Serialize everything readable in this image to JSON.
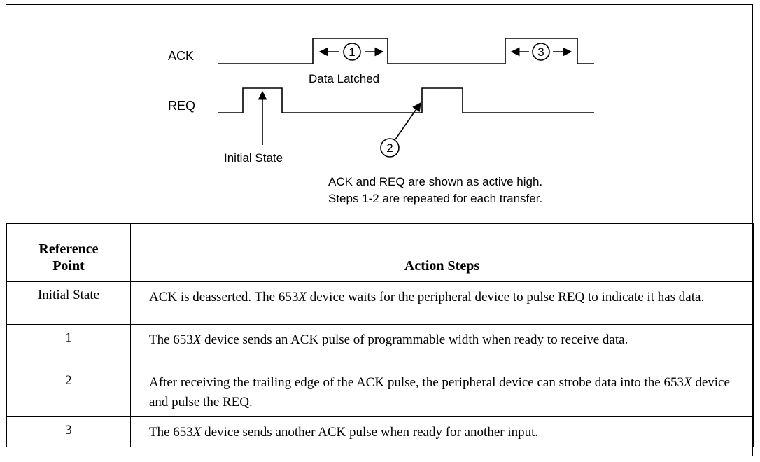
{
  "diagram": {
    "signals": {
      "ack": "ACK",
      "req": "REQ"
    },
    "step_markers": [
      "1",
      "2",
      "3"
    ],
    "labels": {
      "data_latched": "Data Latched",
      "initial_state": "Initial State"
    },
    "notes": [
      "ACK and REQ are shown as active high.",
      "Steps 1-2 are repeated for each transfer."
    ]
  },
  "table": {
    "headers": {
      "reference_line1": "Reference",
      "reference_line2": "Point",
      "action": "Action Steps"
    },
    "rows": [
      {
        "ref": "Initial State",
        "pre": "ACK is deasserted. The 653",
        "em": "X",
        "post": " device waits for the peripheral device to pulse REQ to indicate it has data."
      },
      {
        "ref": "1",
        "pre": "The 653",
        "em": "X",
        "post": " device sends an ACK pulse of programmable width when ready to receive data."
      },
      {
        "ref": "2",
        "pre": "After receiving the trailing edge of the ACK pulse, the peripheral device can strobe data into the 653",
        "em": "X",
        "post": " device and pulse the REQ."
      },
      {
        "ref": "3",
        "pre": "The 653",
        "em": "X",
        "post": " device sends another ACK pulse when ready for another input."
      }
    ]
  }
}
